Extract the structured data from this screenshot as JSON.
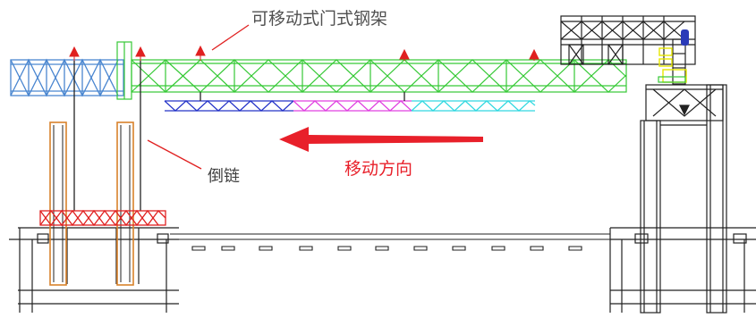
{
  "labels": {
    "gantry": "可移动式门式钢架",
    "chain_hoist": "倒链",
    "move_direction": "移动方向"
  },
  "colors": {
    "truss_green": "#36c936",
    "truss_blue": "#4a86d0",
    "base_truss_blue": "#2433c8",
    "base_truss_magenta": "#e040e0",
    "base_truss_cyan": "#30d8e0",
    "hoist_red": "#e02020",
    "arrow_red": "#e8202a",
    "column_orange": "#d9822b",
    "line_black": "#222222",
    "bracket_yellow": "#e6e600",
    "cylinder_blue": "#2a3ab8"
  },
  "icons": [
    "hoist-marker-icon",
    "direction-arrow-icon"
  ]
}
